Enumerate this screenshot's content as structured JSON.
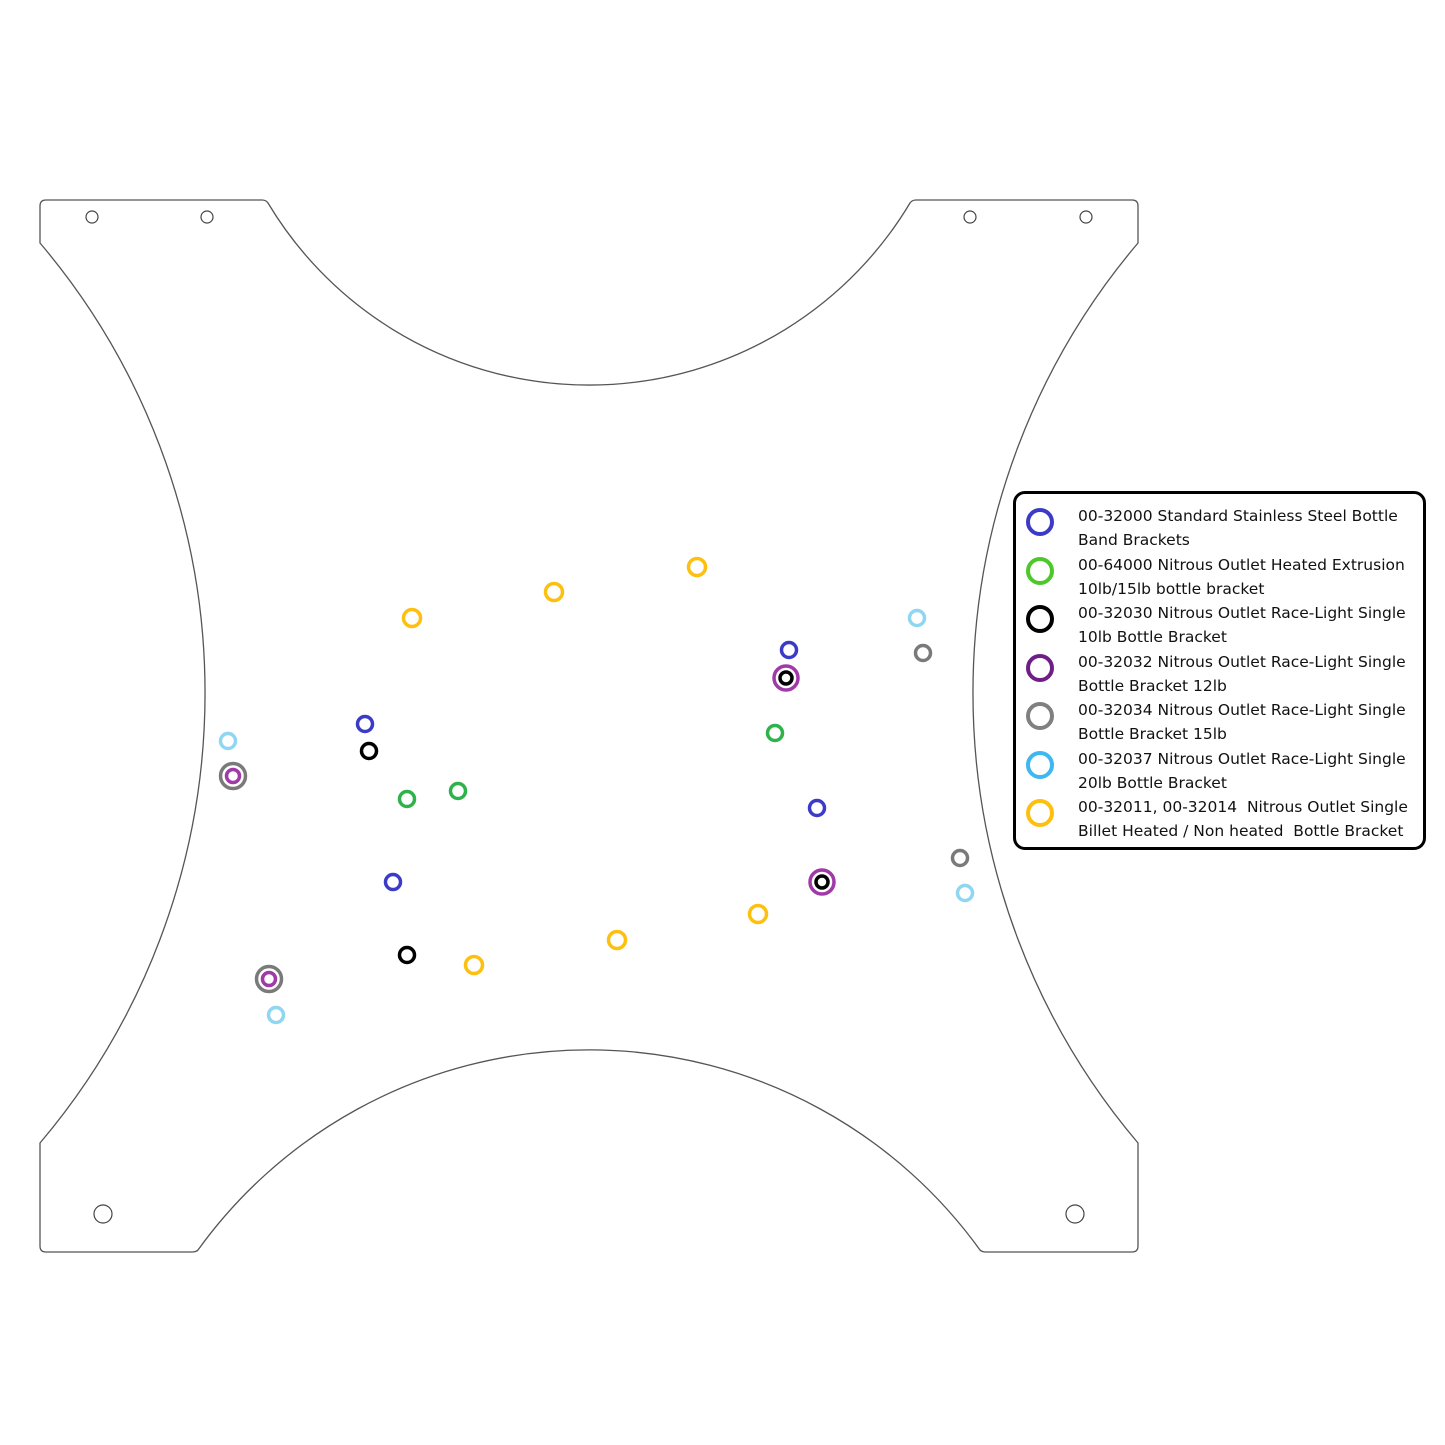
{
  "legend": {
    "entries": [
      {
        "line1": "00-32000 Standard Stainless Steel Bottle",
        "line2": "Band Brackets",
        "color": "#3b3bc8"
      },
      {
        "line1": "00-64000 Nitrous Outlet Heated Extrusion",
        "line2": "10lb/15lb bottle bracket",
        "color": "#4cc82a"
      },
      {
        "line1": "00-32030 Nitrous Outlet Race-Light Single",
        "line2": "10lb Bottle Bracket",
        "color": "#000000"
      },
      {
        "line1": "00-32032 Nitrous Outlet Race-Light Single",
        "line2": "Bottle Bracket 12lb",
        "color": "#6e1f86"
      },
      {
        "line1": "00-32034 Nitrous Outlet Race-Light Single",
        "line2": "Bottle Bracket 15lb",
        "color": "#808080"
      },
      {
        "line1": "00-32037 Nitrous Outlet Race-Light Single",
        "line2": "20lb Bottle Bracket",
        "color": "#3fb7f0"
      },
      {
        "line1": "00-32011, 00-32014  Nitrous Outlet Single",
        "line2": "Billet Heated / Non heated  Bottle Bracket",
        "color": "#fdc00f"
      }
    ]
  },
  "marker_colors": {
    "blue": "#3b3bc8",
    "green": "#2db34a",
    "black": "#000000",
    "purple": "#a03aa8",
    "gray": "#7a7a7a",
    "lightblue": "#8fd6f2",
    "yellow": "#fdc00f"
  }
}
